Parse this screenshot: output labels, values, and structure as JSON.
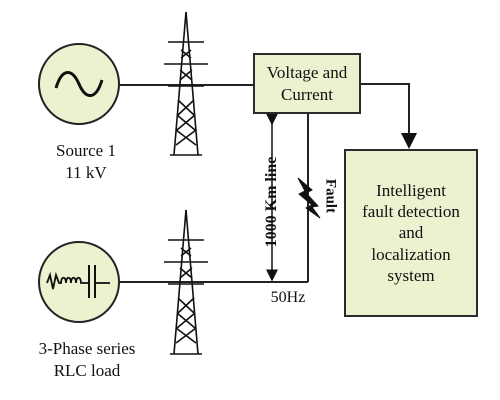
{
  "diagram": {
    "source": {
      "label": "Source 1\n11 kV"
    },
    "load": {
      "label": "3-Phase series\nRLC load"
    },
    "measurement_block": {
      "label": "Voltage and\nCurrent"
    },
    "detection_block": {
      "label": "Intelligent\nfault detection\nand\nlocalization\nsystem"
    },
    "line_label": "1000 Km line",
    "fault_label": "Fault",
    "frequency_label": "50Hz"
  }
}
